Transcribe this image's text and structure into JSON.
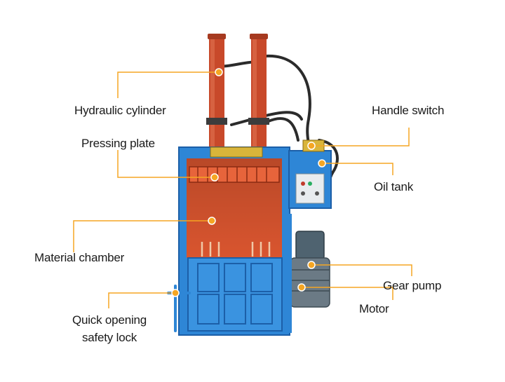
{
  "labels": {
    "hydraulic_cylinder": "Hydraulic cylinder",
    "pressing_plate": "Pressing plate",
    "material_chamber": "Material chamber",
    "quick_lock_line1": "Quick opening",
    "quick_lock_line2": "safety lock",
    "handle_switch": "Handle switch",
    "oil_tank": "Oil tank",
    "gear_pump": "Gear pump",
    "motor": "Motor"
  },
  "colors": {
    "callout": "#f5a623",
    "machine_blue": "#2e86d6",
    "machine_blue_dark": "#1c5fa8",
    "cylinder_red": "#c8492a",
    "chamber_red": "#d9552f",
    "motor_gray": "#6b7a85"
  }
}
